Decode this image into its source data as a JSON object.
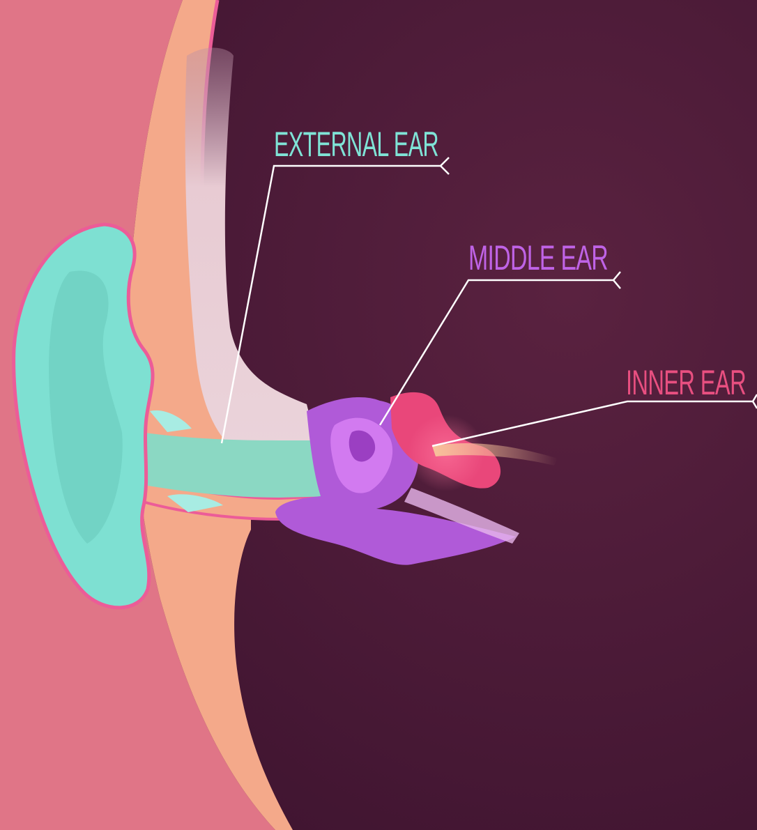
{
  "labels": {
    "external": "EXTERNAL EAR",
    "middle": "MIDDLE EAR",
    "inner": "INNER EAR"
  },
  "colors": {
    "background": "#4a1a34",
    "skin": "#e07587",
    "outer_ear": "#7ee0d2",
    "cartilage": "#f4a98a",
    "bone": "#e8cbd3",
    "middle_ear": "#b05ad8",
    "inner_ear": "#e9477a",
    "external_label": "#7fe3d6",
    "middle_label": "#bf63e6",
    "inner_label": "#e84f80",
    "leader_line": "#ffffff"
  }
}
